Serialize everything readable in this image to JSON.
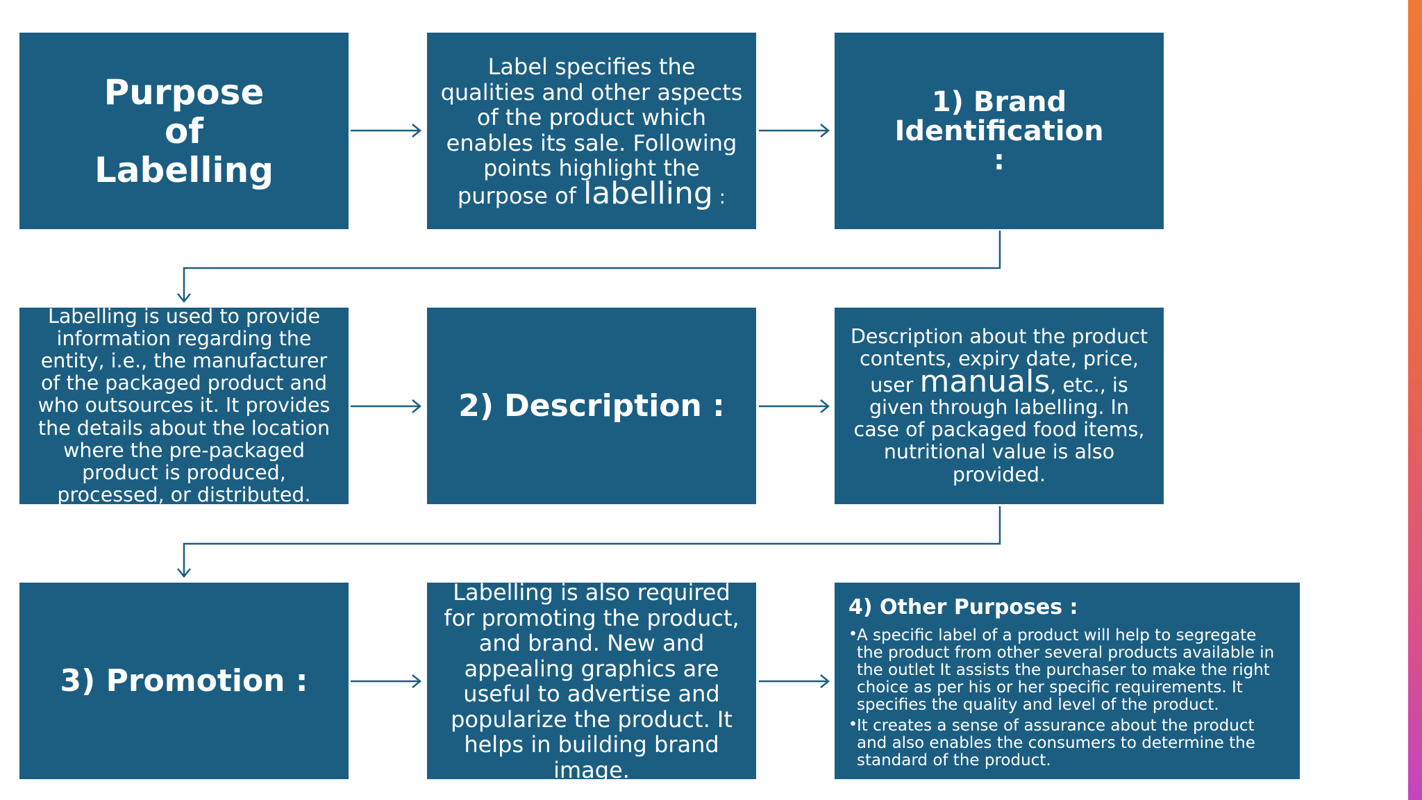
{
  "diagram": {
    "row1": {
      "purpose_title": "Purpose of Labelling",
      "intro_text_parts": [
        "Label specifies the qualities and other aspects of the product which enables its sale. Following points highlight the purpose of ",
        "labelling",
        " :"
      ],
      "brand_heading": "1) Brand Identification :"
    },
    "row2": {
      "brand_text": "Labelling is used to provide information regarding the entity, i.e., the manufacturer of the packaged product and who outsources it. It provides the details about the location where the pre-packaged product is produced, processed, or distributed.",
      "description_heading": "2) Description :",
      "description_text_parts": [
        "Description about the product contents, expiry date, price, user ",
        "manuals",
        ", etc., is given through labelling. In case of packaged food items, nutritional value is also provided."
      ]
    },
    "row3": {
      "promotion_heading": "3) Promotion :",
      "promotion_text": "Labelling is also required for promoting the product, and brand. New and appealing graphics are useful to advertise and popularize the product. It helps in building brand image.",
      "other_title": "4) Other Purposes :",
      "bullet_char": "•",
      "other_bullets": [
        "A specific label of a product will help to segregate the product from other several products available in the outlet It assists the purchaser to make the right choice as per his or her specific requirements. It specifies the quality and level of the product.",
        "It creates a sense of assurance about the product and also enables the consumers to determine the standard of the product."
      ]
    }
  },
  "colors": {
    "box_fill": "#1b5e82",
    "connector": "#1b5e82",
    "text": "#ffffff",
    "edge_gradient_top": "#ef7a36",
    "edge_gradient_bottom": "#c346c0"
  }
}
